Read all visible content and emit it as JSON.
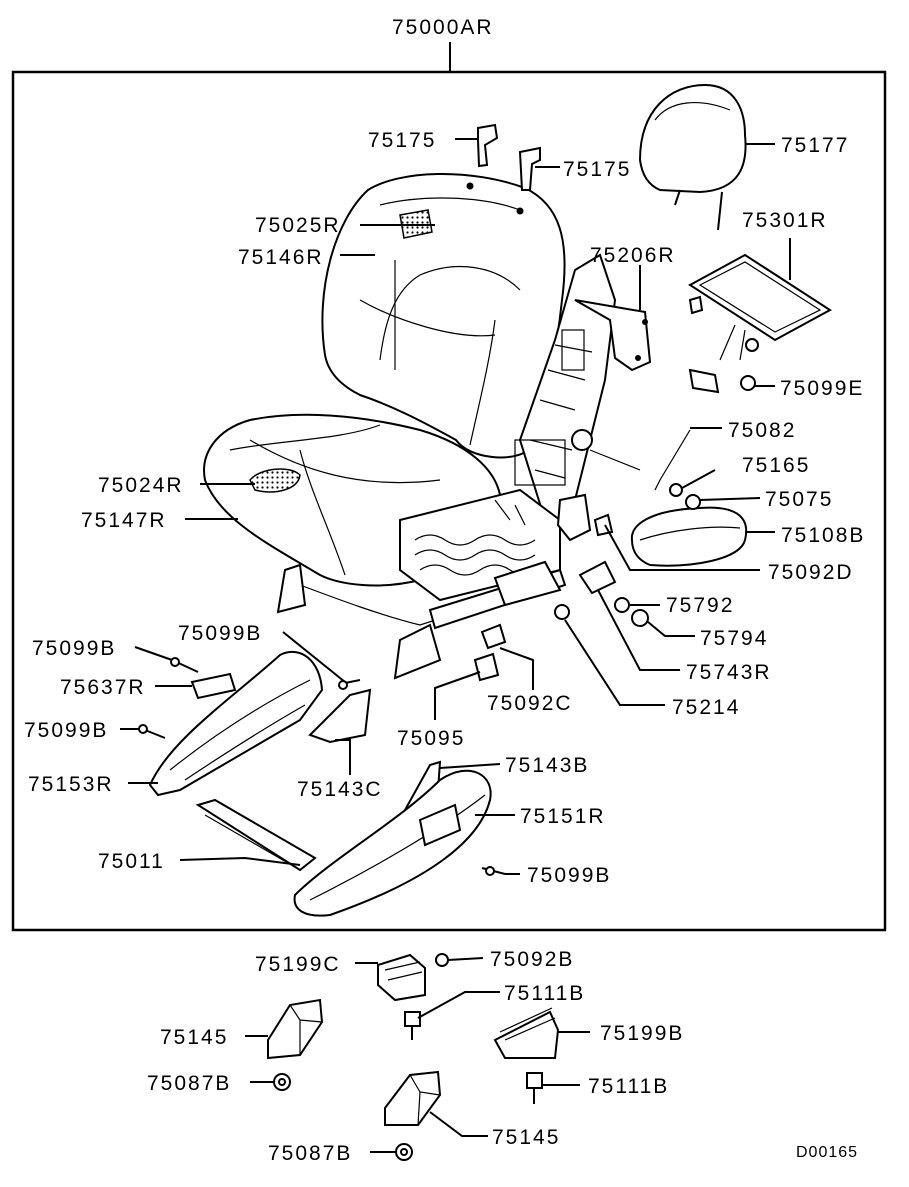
{
  "assembly_label": "75000AR",
  "diagram_code": "D00165",
  "labels": {
    "l75175a": "75175",
    "l75175b": "75175",
    "l75177": "75177",
    "l75025R": "75025R",
    "l75146R": "75146R",
    "l75206R": "75206R",
    "l75301R": "75301R",
    "l75099E": "75099E",
    "l75082": "75082",
    "l75165": "75165",
    "l75075": "75075",
    "l75108B": "75108B",
    "l75024R": "75024R",
    "l75147R": "75147R",
    "l75092D": "75092D",
    "l75792": "75792",
    "l75794": "75794",
    "l75743R": "75743R",
    "l75214": "75214",
    "l75099B_a": "75099B",
    "l75099B_b": "75099B",
    "l75637R": "75637R",
    "l75092C": "75092C",
    "l75099B_c": "75099B",
    "l75095": "75095",
    "l75153R": "75153R",
    "l75143C": "75143C",
    "l75143B": "75143B",
    "l75151R": "75151R",
    "l75011": "75011",
    "l75099B_d": "75099B",
    "l75199C": "75199C",
    "l75092B": "75092B",
    "l75111B_a": "75111B",
    "l75145_a": "75145",
    "l75199B": "75199B",
    "l75087B_a": "75087B",
    "l75111B_b": "75111B",
    "l75145_b": "75145",
    "l75087B_b": "75087B"
  }
}
